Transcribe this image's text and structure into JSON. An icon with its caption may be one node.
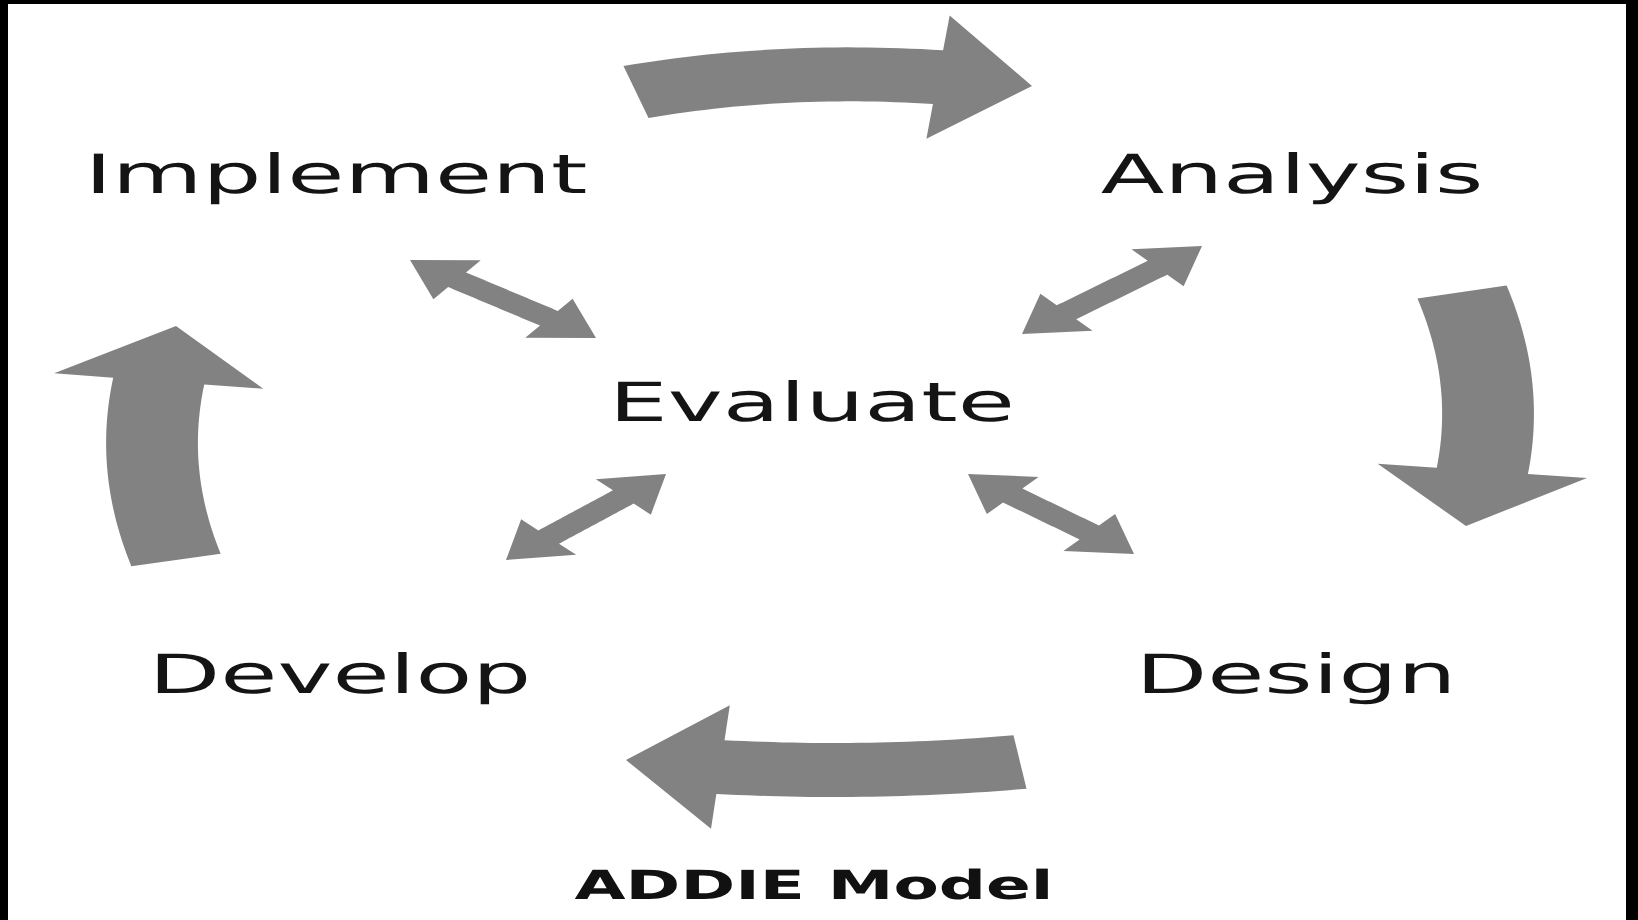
{
  "diagram": {
    "caption": "ADDIE Model",
    "nodes": [
      {
        "text": [
          "Implement"
        ]
      },
      {
        "text": [
          "Analysis"
        ]
      },
      {
        "text": [
          "Evaluate"
        ]
      },
      {
        "text": [
          "Develop"
        ]
      },
      {
        "text": [
          "Design"
        ]
      }
    ],
    "edges": [
      {
        "from": 0,
        "to": 1,
        "arrow": "to"
      },
      {
        "from": 1,
        "to": 4,
        "arrow": "to"
      },
      {
        "from": 4,
        "to": 3,
        "arrow": "to"
      },
      {
        "from": 3,
        "to": 0,
        "arrow": "to"
      },
      {
        "from": 2,
        "to": 0,
        "arrow": "both"
      },
      {
        "from": 2,
        "to": 1,
        "arrow": "both"
      },
      {
        "from": 2,
        "to": 3,
        "arrow": "both"
      },
      {
        "from": 2,
        "to": 4,
        "arrow": "both"
      }
    ]
  }
}
